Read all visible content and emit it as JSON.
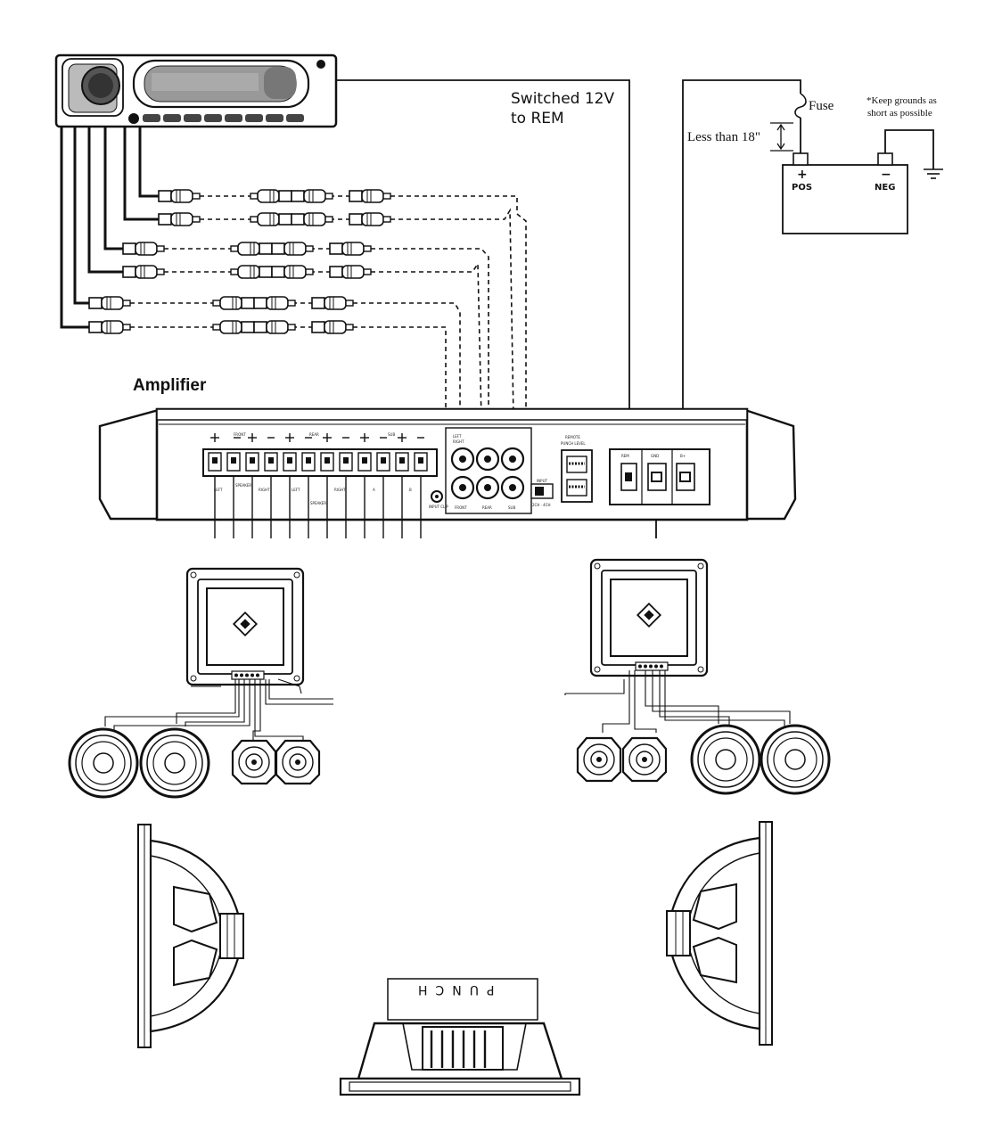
{
  "labels": {
    "switched": "Switched 12V",
    "to_rem": "to REM",
    "fuse": "Fuse",
    "less_than": "Less than 18\"",
    "note_line1": "*Keep grounds as",
    "note_line2": "short as possible",
    "battery_pos_sign": "+",
    "battery_pos": "POS",
    "battery_neg_sign": "−",
    "battery_neg": "NEG",
    "amplifier": "Amplifier",
    "punch_logo": "PUNCH"
  },
  "icons": [
    "fuse-icon",
    "ground-icon",
    "rca-plug-icon",
    "speaker-icon",
    "crossover-icon",
    "head-unit-icon"
  ]
}
